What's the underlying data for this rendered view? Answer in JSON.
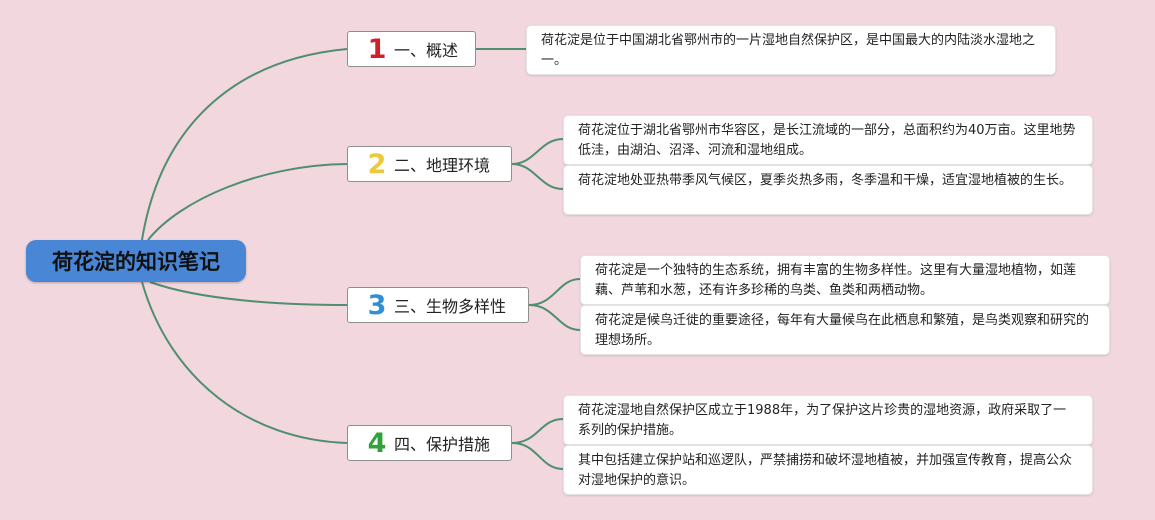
{
  "colors": {
    "background": "#f2d7de",
    "root_fill": "#4a86d6",
    "connector": "#4f8f6f",
    "num1": "#d0202c",
    "num2": "#ecc93a",
    "num3": "#2f8fd6",
    "num4": "#2fa23a"
  },
  "root": {
    "label": "荷花淀的知识笔记"
  },
  "branches": [
    {
      "number": "1",
      "label": "一、概述",
      "notes": [
        "荷花淀是位于中国湖北省鄂州市的一片湿地自然保护区，是中国最大的内陆淡水湿地之一。"
      ]
    },
    {
      "number": "2",
      "label": "二、地理环境",
      "notes": [
        "荷花淀位于湖北省鄂州市华容区，是长江流域的一部分，总面积约为40万亩。这里地势低洼，由湖泊、沼泽、河流和湿地组成。",
        "荷花淀地处亚热带季风气候区，夏季炎热多雨，冬季温和干燥，适宜湿地植被的生长。"
      ]
    },
    {
      "number": "3",
      "label": "三、生物多样性",
      "notes": [
        "荷花淀是一个独特的生态系统，拥有丰富的生物多样性。这里有大量湿地植物，如莲藕、芦苇和水葱，还有许多珍稀的鸟类、鱼类和两栖动物。",
        "荷花淀是候鸟迁徙的重要途径，每年有大量候鸟在此栖息和繁殖，是鸟类观察和研究的理想场所。"
      ]
    },
    {
      "number": "4",
      "label": "四、保护措施",
      "notes": [
        "荷花淀湿地自然保护区成立于1988年，为了保护这片珍贵的湿地资源，政府采取了一系列的保护措施。",
        "其中包括建立保护站和巡逻队，严禁捕捞和破坏湿地植被，并加强宣传教育，提高公众对湿地保护的意识。"
      ]
    }
  ]
}
